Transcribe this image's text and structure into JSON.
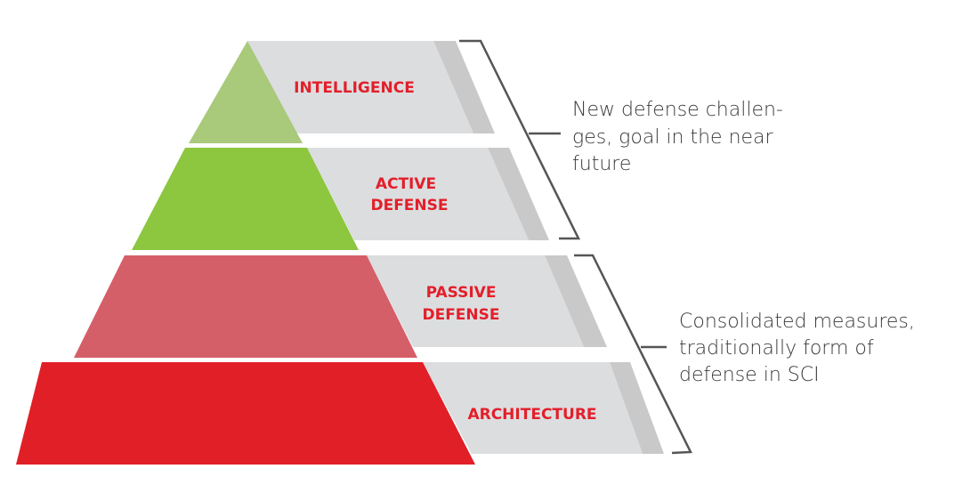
{
  "diagram": {
    "layers": [
      {
        "label_lines": [
          "INTELLIGENCE"
        ],
        "color": "#a9c97b"
      },
      {
        "label_lines": [
          "ACTIVE",
          "DEFENSE"
        ],
        "color": "#8dc63f"
      },
      {
        "label_lines": [
          "PASSIVE",
          "DEFENSE"
        ],
        "color": "#d45f68"
      },
      {
        "label_lines": [
          "ARCHITECTURE"
        ],
        "color": "#e11f27"
      }
    ],
    "annotations": [
      {
        "lines": [
          "New defense challen-",
          "ges, goal in the near",
          "future"
        ]
      },
      {
        "lines": [
          "Consolidated measures,",
          "traditionally form of",
          "defense in SCI"
        ]
      }
    ],
    "colors": {
      "band": "#dcdddf",
      "band_shadow": "#c9c9c9",
      "label": "#e31f2a"
    }
  }
}
